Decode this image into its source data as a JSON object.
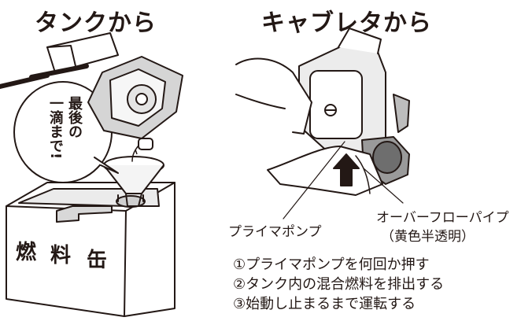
{
  "left_panel": {
    "heading": "タンクから",
    "bubble_col1": "最後の",
    "bubble_col2": "一滴まで!",
    "can_label": [
      "燃",
      "料",
      "缶"
    ]
  },
  "right_panel": {
    "heading": "キャブレタから",
    "primer_label": "プライマポンプ",
    "overflow_label": "オーバーフローパイプ",
    "overflow_note": "（黄色半透明）",
    "steps": [
      "①プライマポンプを何回か押す",
      "②タンク内の混合燃料を排出する",
      "③始動し止まるまで運転する"
    ]
  }
}
